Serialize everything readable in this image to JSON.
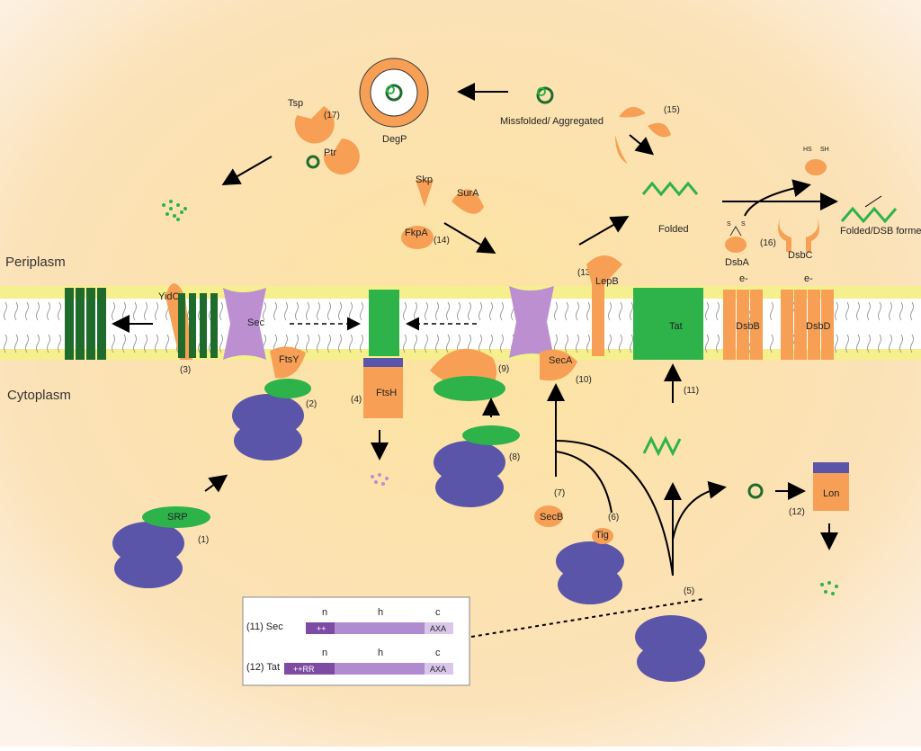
{
  "regions": {
    "periplasm": "Periplasm",
    "cytoplasm": "Cytoplasm"
  },
  "colors": {
    "orange": "#f7a055",
    "green": "#2db34a",
    "dark_green": "#1e6b2c",
    "purple": "#bb8fd0",
    "ribosome": "#5a55a8",
    "signal": "#8a62b0"
  },
  "labels": {
    "degp": "DegP",
    "tsp": "Tsp",
    "ptr": "Ptr",
    "misfolded": "Missfolded/ Aggregated",
    "skp": "Skp",
    "sura": "SurA",
    "fkpa": "FkpA",
    "folded": "Folded",
    "hs": "HS",
    "sh": "SH",
    "s1": "S",
    "s2": "S",
    "dsba": "DsbA",
    "dsbc": "DsbC",
    "folded_dsb": "Folded/DSB formed",
    "yidc": "YidC",
    "sec_left": "Sec",
    "ftsy": "FtsY",
    "ftsh": "FtsH",
    "lepb": "LepB",
    "seca": "SecA",
    "tat": "Tat",
    "dsbb": "DsbB",
    "dsbd": "DsbD",
    "e1": "e-",
    "e2": "e-",
    "srp": "SRP",
    "secb": "SecB",
    "tig": "Tig",
    "lon": "Lon"
  },
  "numbers": {
    "n1": "(1)",
    "n2": "(2)",
    "n3": "(3)",
    "n4": "(4)",
    "n5": "(5)",
    "n6": "(6)",
    "n7": "(7)",
    "n8": "(8)",
    "n9": "(9)",
    "n10": "(10)",
    "n11": "(11)",
    "n12": "(12)",
    "n13": "(13)",
    "n14": "(14)",
    "n15": "(15)",
    "n16": "(16)",
    "n17": "(17)"
  },
  "legend": {
    "sec_row": {
      "label": "(11) Sec",
      "n": "n",
      "h": "h",
      "c": "c",
      "n_text": "++",
      "c_text": "AXA"
    },
    "tat_row": {
      "label": "(12) Tat",
      "n": "n",
      "h": "h",
      "c": "c",
      "n_text": "++RR",
      "c_text": "AXA"
    }
  }
}
